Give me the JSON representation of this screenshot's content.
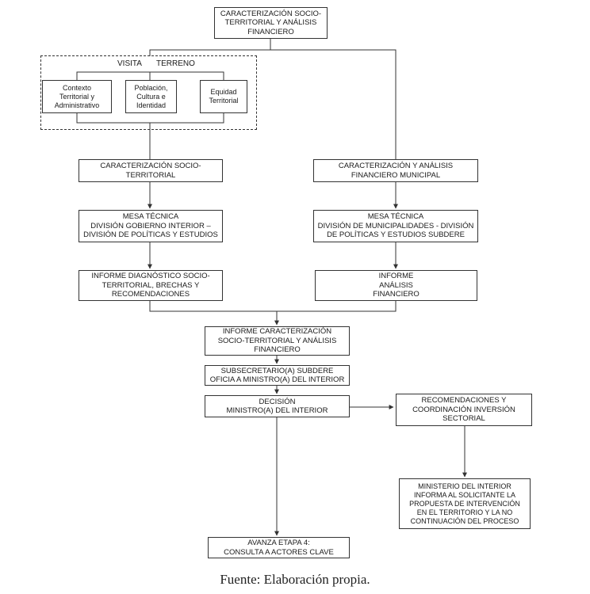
{
  "diagram": {
    "top": "CARACTERIZACIÓN SOCIO-\nTERRITORIAL Y ANÁLISIS\nFINANCIERO",
    "visita_label": "VISITA",
    "terreno_label": "TERRENO",
    "contexto": "Contexto\nTerritorial y\nAdministrativo",
    "poblacion": "Población,\nCultura e\nIdentidad",
    "equidad": "Equidad\nTerritorial",
    "caract_socio": "CARACTERIZACIÓN SOCIO-\nTERRITORIAL",
    "caract_fin": "CARACTERIZACIÓN Y ANÁLISIS\nFINANCIERO MUNICIPAL",
    "mesa_left": "MESA TÉCNICA\nDIVISIÓN GOBIERNO INTERIOR –\nDIVISIÓN DE POLÍTICAS Y ESTUDIOS",
    "mesa_right": "MESA TÉCNICA\nDIVISIÓN DE MUNICIPALIDADES - DIVISIÓN\nDE POLÍTICAS Y ESTUDIOS SUBDERE",
    "informe_left": "INFORME DIAGNÓSTICO SOCIO-\nTERRITORIAL, BRECHAS Y\nRECOMENDACIONES",
    "informe_right": "INFORME\nANÁLISIS\nFINANCIERO",
    "informe_caract": "INFORME CARACTERIZACIÓN\nSOCIO-TERRITORIAL Y ANÁLISIS\nFINANCIERO",
    "subsecretario": "SUBSECRETARIO(A) SUBDERE\nOFICIA A MINISTRO(A) DEL INTERIOR",
    "decision": "DECISIÓN\nMINISTRO(A) DEL INTERIOR",
    "recomendaciones": "RECOMENDACIONES Y\nCOORDINACIÓN INVERSIÓN\nSECTORIAL",
    "ministerio": "MINISTERIO DEL INTERIOR\nINFORMA AL SOLICITANTE LA\nPROPUESTA DE INTERVENCIÓN\nEN EL TERRITORIO Y LA NO\nCONTINUACIÓN DEL PROCESO",
    "avanza": "AVANZA ETAPA 4:\nCONSULTA A ACTORES CLAVE"
  },
  "caption": "Fuente: Elaboración propia."
}
